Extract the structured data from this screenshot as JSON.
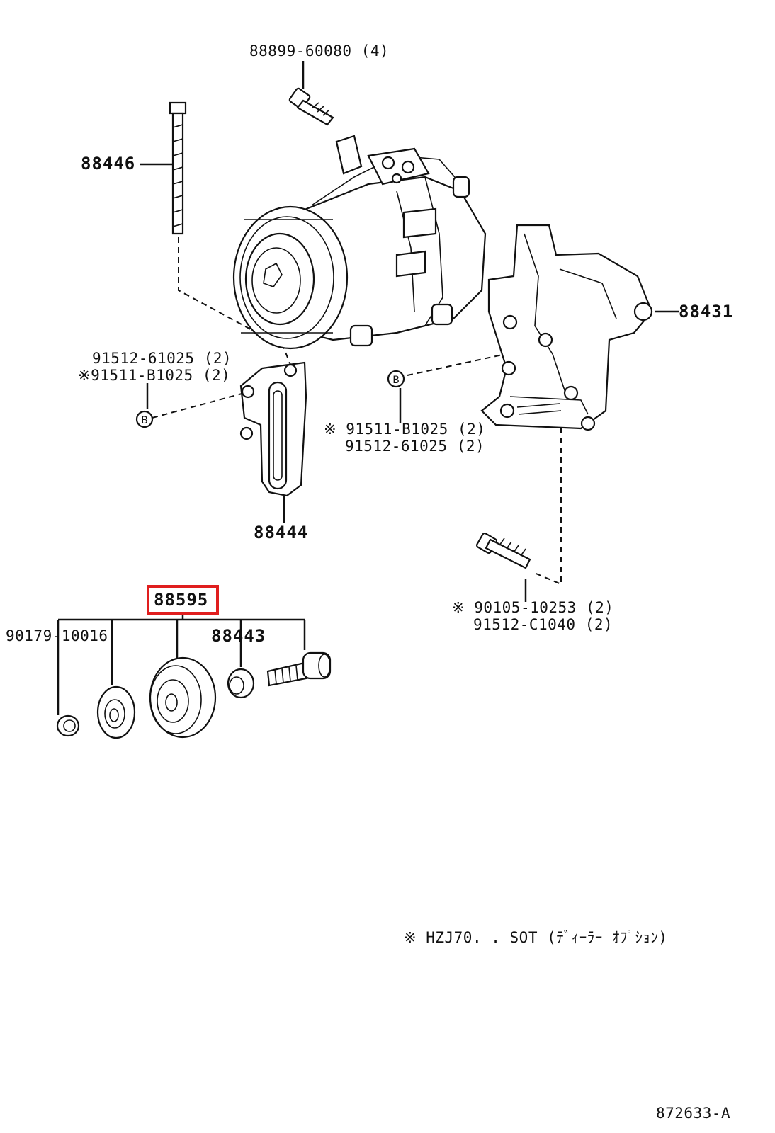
{
  "diagram": {
    "labels": {
      "bolt_top": "88899-60080 (4)",
      "bolt_long": "88446",
      "bracket_right": "88431",
      "washer_left_a": "91512-61025 (2)",
      "washer_left_b": "※91511-B1025 (2)",
      "washer_right_a": "※ 91511-B1025 (2)",
      "washer_right_b": "91512-61025 (2)",
      "adjust_bar": "88444",
      "assembly": "88595",
      "nut": "90179-10016",
      "spacer": "88443",
      "bolt_bottom_a": "※ 90105-10253 (2)",
      "bolt_bottom_b": "91512-C1040 (2)",
      "note": "※ HZJ70. . SOT  (ﾃﾞｨｰﾗｰ ｵﾌﾟｼｮﾝ)",
      "figure_id": "872633-A"
    },
    "washer_marks": [
      "B",
      "B"
    ],
    "highlight_color": "#e01e1e"
  }
}
